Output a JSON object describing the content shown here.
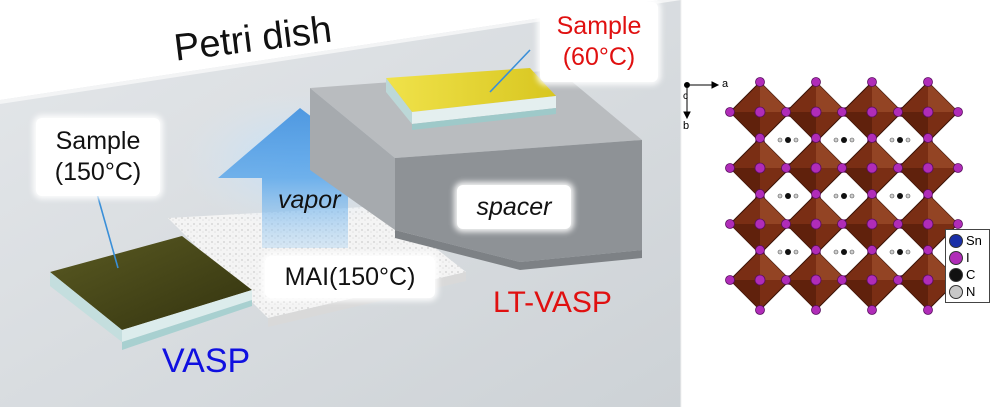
{
  "scene": {
    "petri_dish": "Petri dish",
    "vapor": "vapor",
    "spacer": "spacer",
    "mai": "MAI(150°C)",
    "vasp": "VASP",
    "lt_vasp": "LT-VASP",
    "sample_hot": {
      "line1": "Sample",
      "line2": "(150°C)"
    },
    "sample_lt": {
      "line1": "Sample",
      "line2": "(60°C)"
    }
  },
  "structure": {
    "axes": {
      "a": "a",
      "b": "b",
      "c": "c"
    },
    "legend": [
      {
        "label": "Sn",
        "color": "#1a2fa8"
      },
      {
        "label": "I",
        "color": "#b02cb8"
      },
      {
        "label": "C",
        "color": "#111111"
      },
      {
        "label": "N",
        "color": "#c8c8c8"
      }
    ]
  },
  "colors": {
    "vasp_text": "#1010e0",
    "lt_vasp_text": "#e01010",
    "octahedron": "#7a2e14",
    "iodine": "#b02cb8",
    "vapor_arrow": "#6aaee8",
    "sample_film_hot": "#4a4a1c",
    "sample_film_lt": "#e8de3a"
  }
}
